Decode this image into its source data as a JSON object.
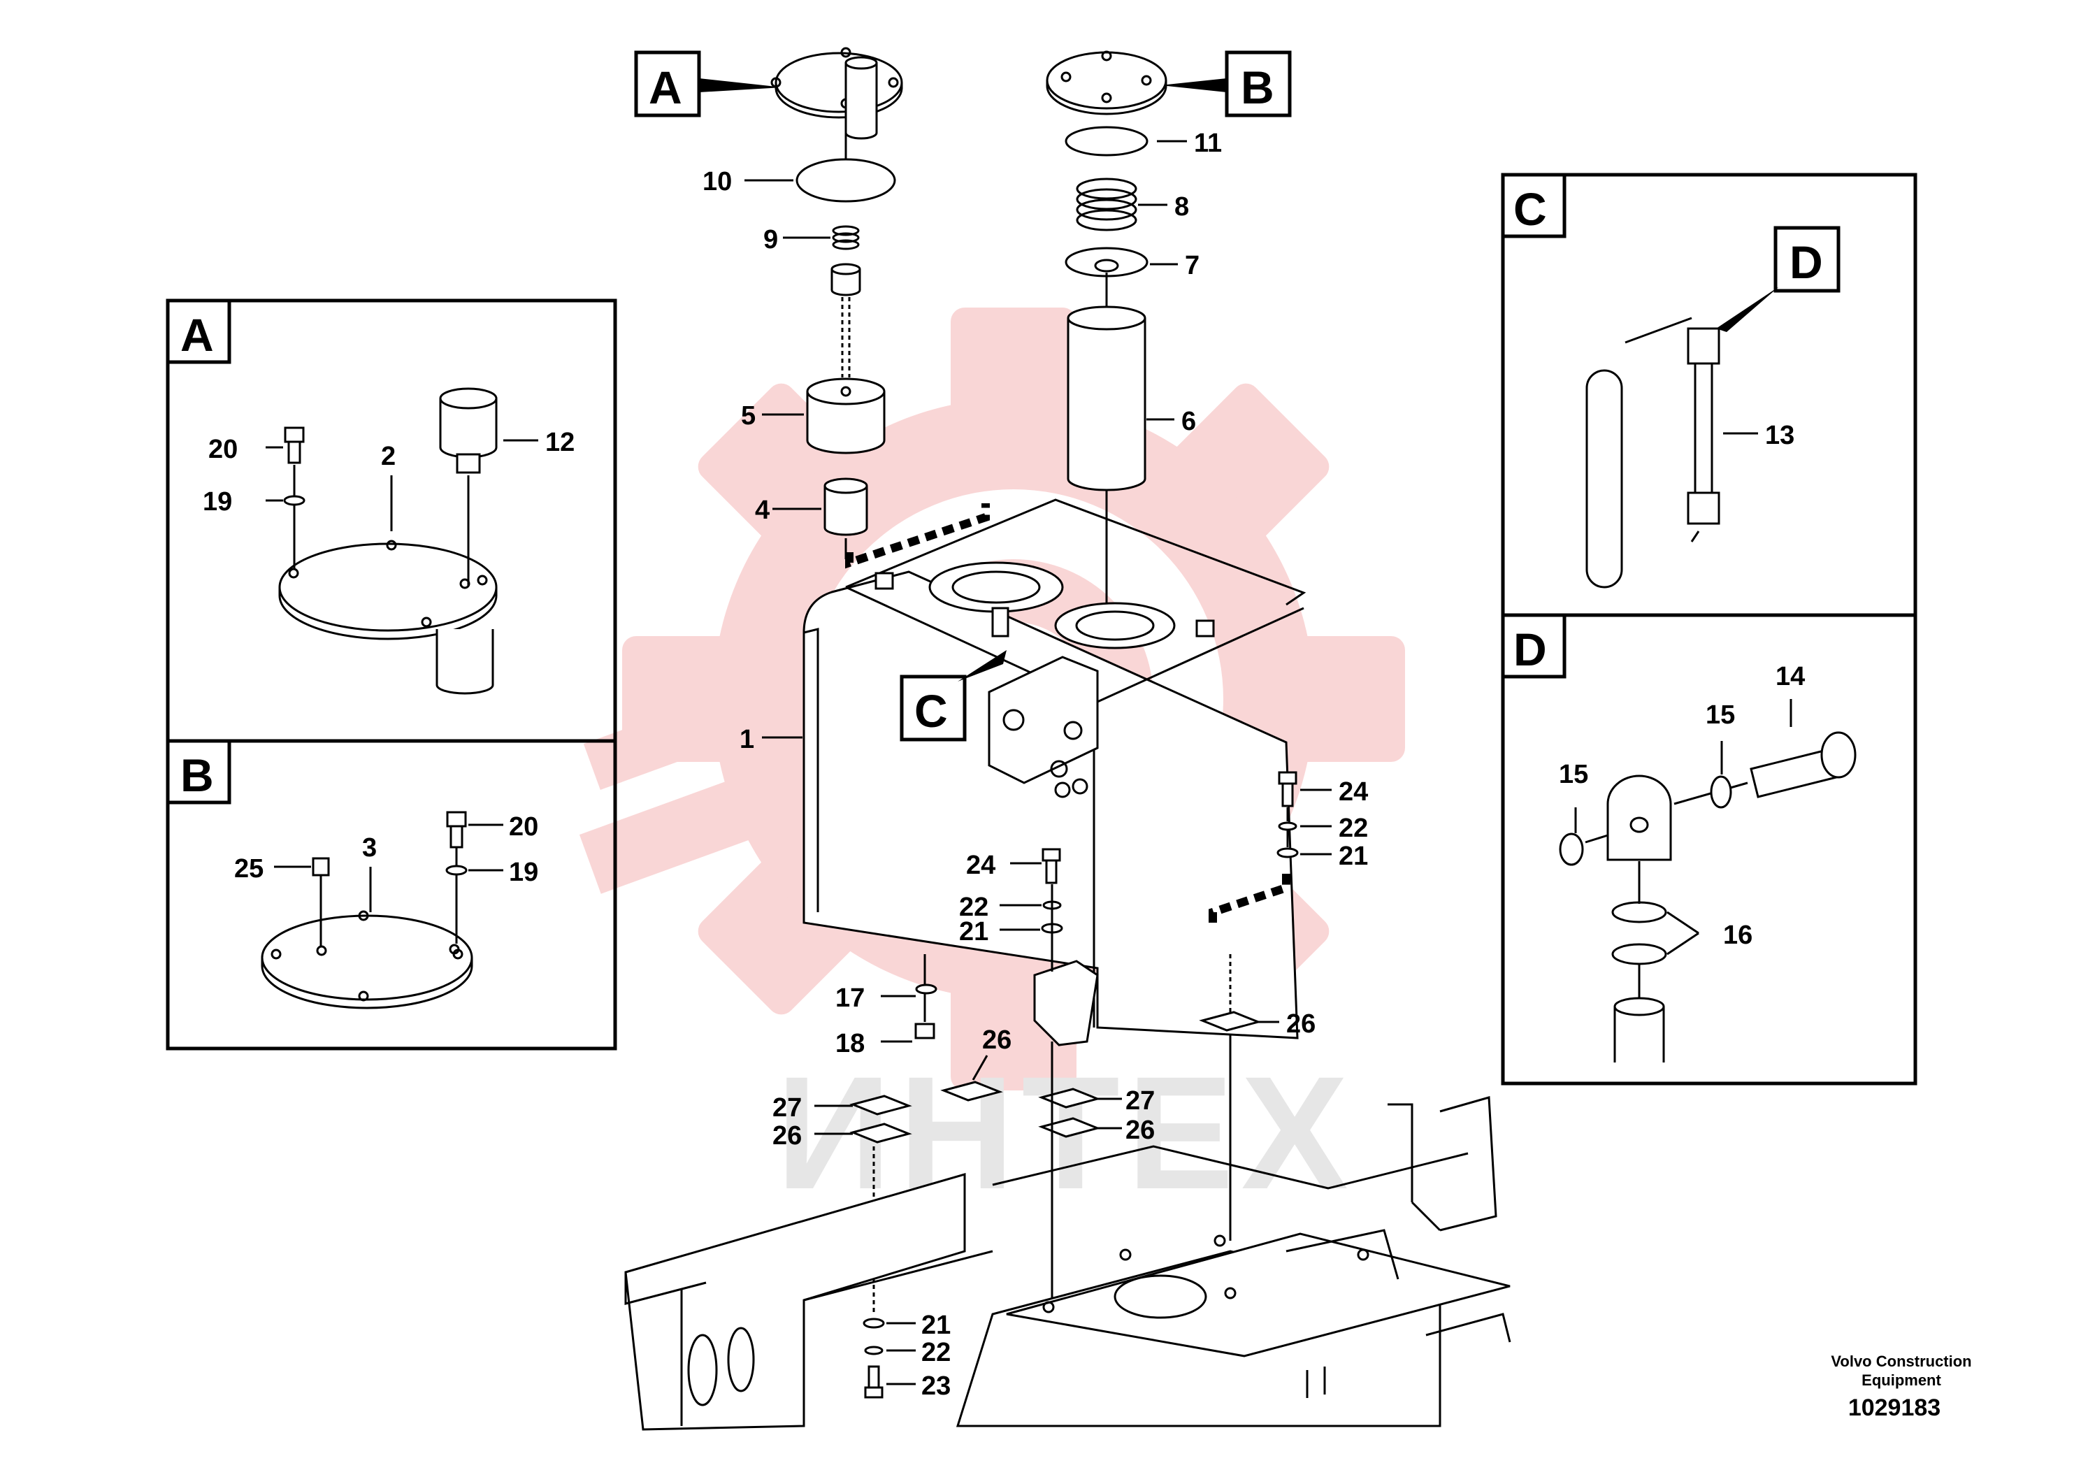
{
  "detail_labels": {
    "A": "A",
    "B": "B",
    "C": "C",
    "D": "D"
  },
  "callouts": {
    "p1": "1",
    "p2": "2",
    "p3": "3",
    "p4": "4",
    "p5": "5",
    "p6": "6",
    "p7": "7",
    "p8": "8",
    "p9": "9",
    "p10": "10",
    "p11": "11",
    "p12": "12",
    "p13": "13",
    "p14": "14",
    "p15a": "15",
    "p15b": "15",
    "p16": "16",
    "p17": "17",
    "p18": "18",
    "p19a": "19",
    "p19b": "19",
    "p20a": "20",
    "p20b": "20",
    "p21a": "21",
    "p21b": "21",
    "p21c": "21",
    "p22a": "22",
    "p22b": "22",
    "p22c": "22",
    "p23": "23",
    "p24a": "24",
    "p24b": "24",
    "p25": "25",
    "p26a": "26",
    "p26b": "26",
    "p26c": "26",
    "p26d": "26",
    "p27a": "27",
    "p27b": "27"
  },
  "watermark": {
    "text": "ИНТЕХ",
    "gear_color": "#f8c8c8"
  },
  "footer": {
    "company_line1": "Volvo Construction",
    "company_line2": "Equipment",
    "drawing_number": "1029183"
  }
}
